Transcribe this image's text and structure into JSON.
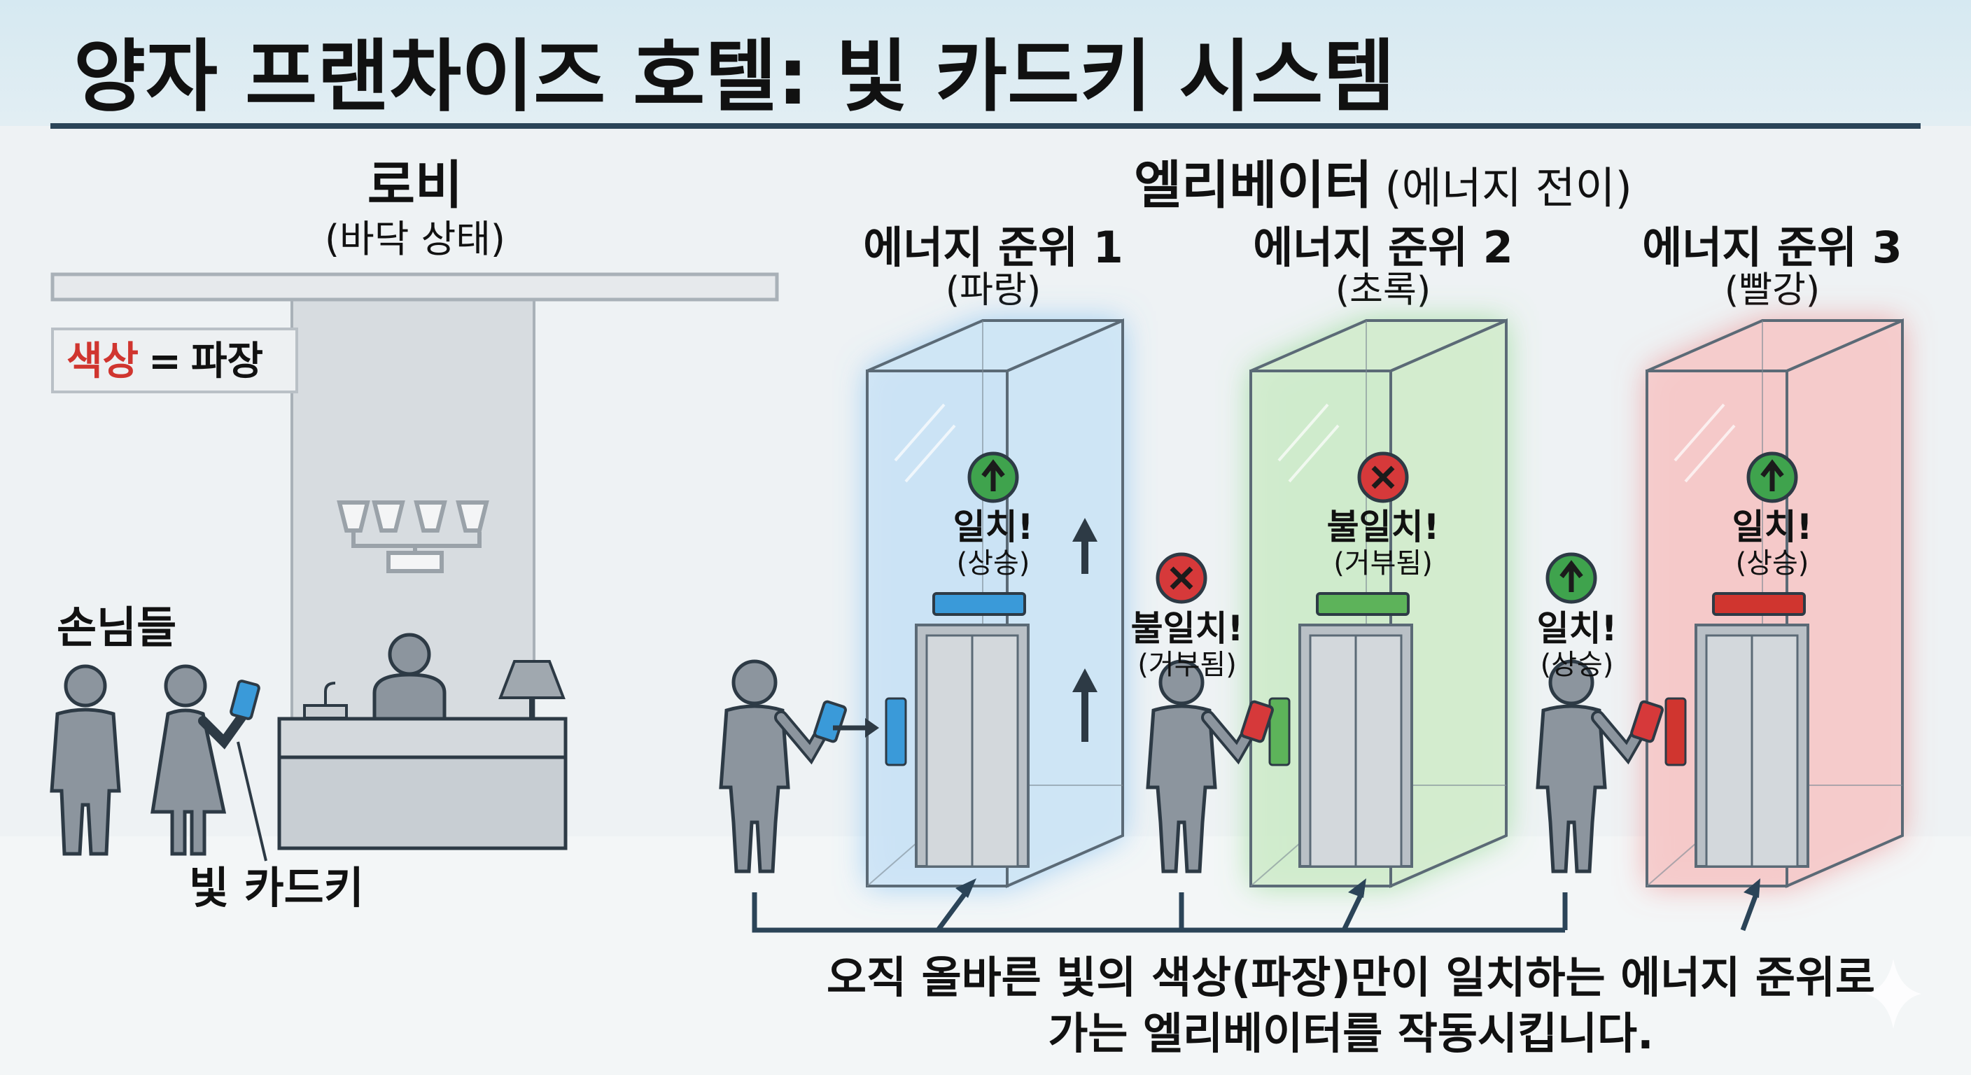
{
  "title": "양자 프랜차이즈 호텔: 빛 카드키 시스템",
  "lobby": {
    "heading": "로비",
    "subheading": "(바닥 상태)",
    "color_label": "색상",
    "color_eq": "=",
    "color_value": "파장",
    "guests_label": "손님들",
    "keycard_label": "빛 카드키"
  },
  "elevators": {
    "heading": "엘리베이터",
    "heading_sub": "(에너지 전이)",
    "levels": [
      {
        "label": "에너지 준위 1",
        "color_name": "(파랑)",
        "color": "#3a9ad9",
        "inside_status": "일치!",
        "inside_sub": "(상승)",
        "inside_match": true
      },
      {
        "label": "에너지 준위 2",
        "color_name": "(초록)",
        "color": "#5db35a",
        "inside_status": "불일치!",
        "inside_sub": "(거부됨)",
        "inside_match": false
      },
      {
        "label": "에너지 준위 3",
        "color_name": "(빨강)",
        "color": "#d0352f",
        "inside_status": "일치!",
        "inside_sub": "(상승)",
        "inside_match": true
      }
    ],
    "outside": [
      {
        "status": "불일치!",
        "sub": "(거부됨)",
        "match": false
      },
      {
        "status": "일치!",
        "sub": "(상승)",
        "match": true
      }
    ]
  },
  "caption": {
    "line1": "오직 올바른 빛의 색상(파장)만이 일치하는 에너지 준위로",
    "line2": "가는 엘리베이터를 작동시킵니다."
  }
}
